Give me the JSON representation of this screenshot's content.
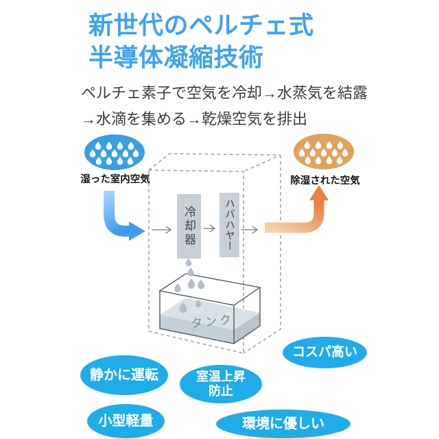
{
  "title": {
    "line1": "新世代のペルチェ式",
    "line2": "半導体凝縮技術"
  },
  "subtitle": {
    "line1": "ペルチェ素子で空気を冷却→水蒸気を結露",
    "line2": "→水滴を集める→乾燥空気を排出"
  },
  "diagram": {
    "humid_air_label": "湿った室内空気",
    "dehumidified_air_label": "除湿された空気",
    "cooler_label": "冷却器",
    "heatsink_label": "ハバハヤー",
    "tank_label": "タンク",
    "icons": {
      "humid_cloud": "droplet-cloud-icon",
      "dry_cloud": "droplet-cloud-icon",
      "intake": "curved-down-right-arrow-icon",
      "exhaust": "curved-right-up-arrow-icon",
      "flow": "thin-right-arrow-icon",
      "condensate": "water-droplet-icon"
    },
    "colors": {
      "humid_cloud": "#369FE5",
      "dry_cloud": "#E2A25C",
      "intake_arrow": "#3F9CF0",
      "exhaust_arrow": "#E8823E",
      "component_box": "#C9CFD6",
      "dashed_enclosure": "#A0A7AD",
      "water": "#C4D0D7"
    }
  },
  "features": [
    {
      "label": "コスパ高い"
    },
    {
      "label": "静かに運転"
    },
    {
      "label": "室温上昇\n防止"
    },
    {
      "label": "小型軽量"
    },
    {
      "label": "環境に優しい"
    }
  ],
  "colors": {
    "title_blue": "#3EA2F0",
    "badge_cyan": "#1FACE9",
    "body_text": "#3B3B3B"
  }
}
